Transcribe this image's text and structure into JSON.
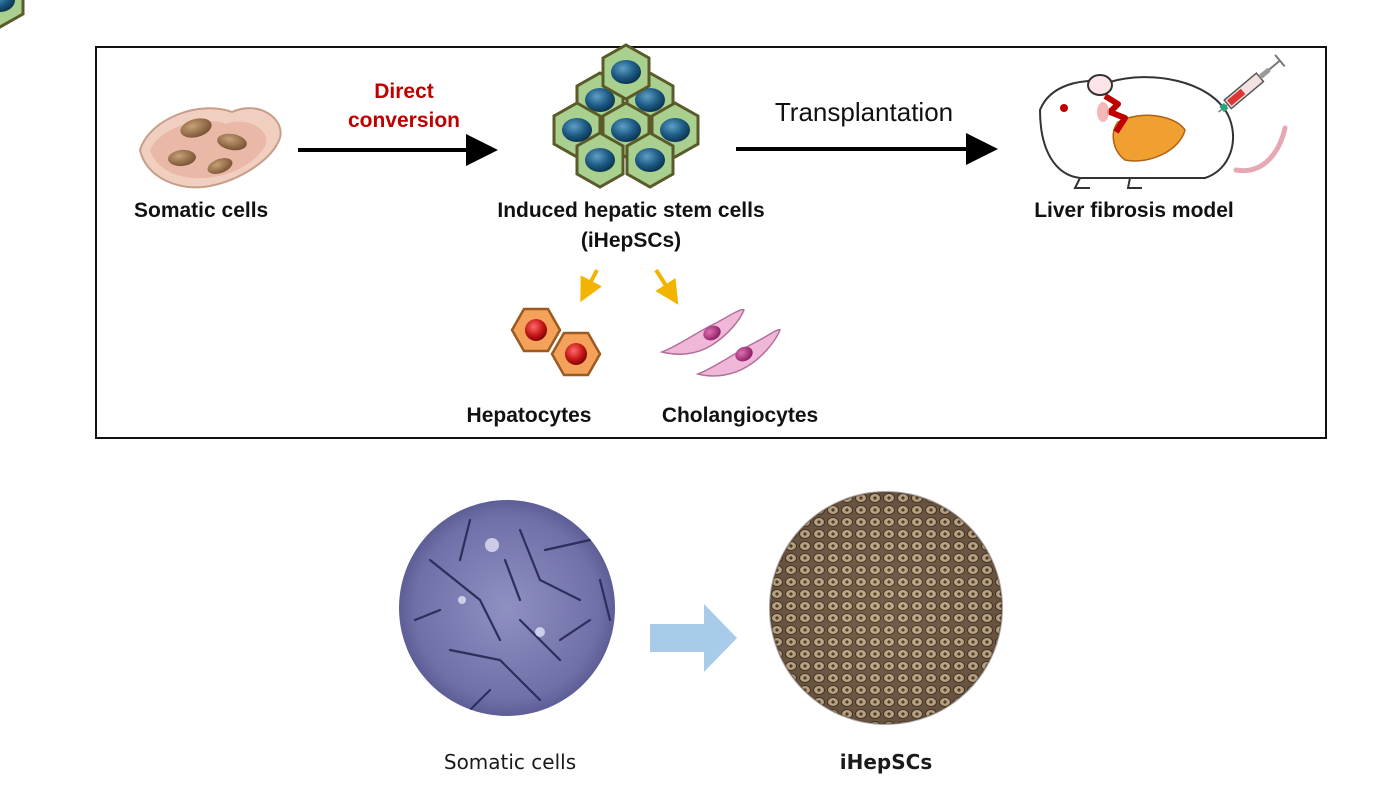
{
  "diagram": {
    "nodes": {
      "somatic": "Somatic cells",
      "ihepsc_line1": "Induced hepatic stem cells",
      "ihepsc_line2": "(iHepSCs)",
      "liver_model": "Liver fibrosis model",
      "hepatocytes": "Hepatocytes",
      "cholangiocytes": "Cholangiocytes"
    },
    "edges": {
      "direct_line1": "Direct",
      "direct_line2": "conversion",
      "transplant": "Transplantation"
    },
    "colors": {
      "direct_label": "#c00000",
      "differentiation_arrow": "#f2b400",
      "progress_arrow": "#a9cbea"
    }
  },
  "photos": {
    "left_caption": "Somatic cells",
    "right_caption": "iHepSCs"
  }
}
